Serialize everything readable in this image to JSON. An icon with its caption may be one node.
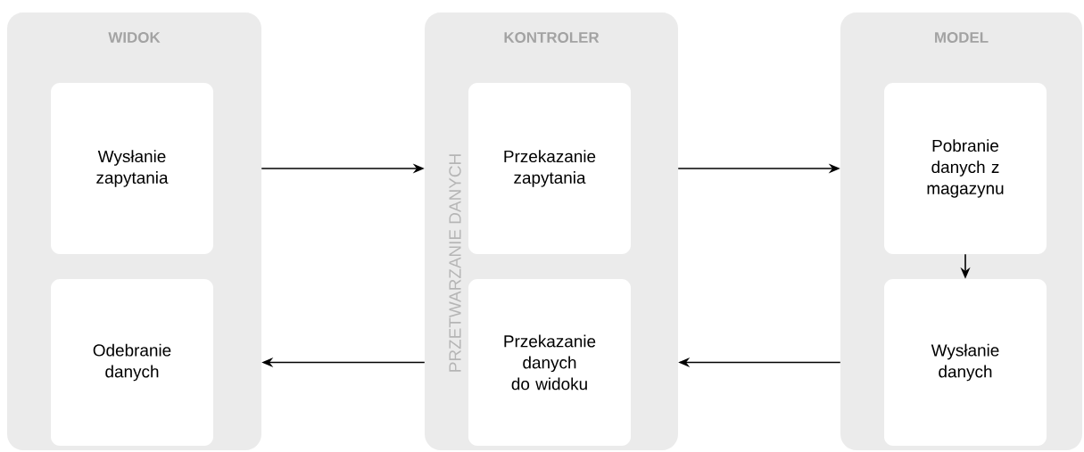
{
  "diagram": {
    "nodes": [
      {
        "text": [
          "WIDOK"
        ]
      },
      {
        "text": [
          "Wysłanie zapytania"
        ],
        "in": 0
      },
      {
        "text": [
          "Odebranie danych"
        ],
        "in": 0
      },
      {
        "text": [
          "KONTROLER"
        ]
      },
      {
        "text": [
          "Przekazanie zapytania"
        ],
        "in": 3
      },
      {
        "text": [
          "Przekazanie danych do widoku"
        ],
        "in": 3
      },
      {
        "text": [
          "MODEL"
        ]
      },
      {
        "text": [
          "Pobranie danych z magazynu"
        ],
        "in": 6
      },
      {
        "text": [
          "Wysłanie danych"
        ],
        "in": 6
      }
    ],
    "edges": [
      {
        "from": 1,
        "to": 4,
        "arrow": "to"
      },
      {
        "from": 4,
        "to": 7,
        "arrow": "to"
      },
      {
        "from": 7,
        "to": 8,
        "arrow": "to"
      },
      {
        "from": 8,
        "to": 5,
        "arrow": "to"
      },
      {
        "from": 5,
        "to": 2,
        "arrow": "to"
      }
    ],
    "labels": [
      "PRZETWARZANIE DANYCH"
    ]
  }
}
